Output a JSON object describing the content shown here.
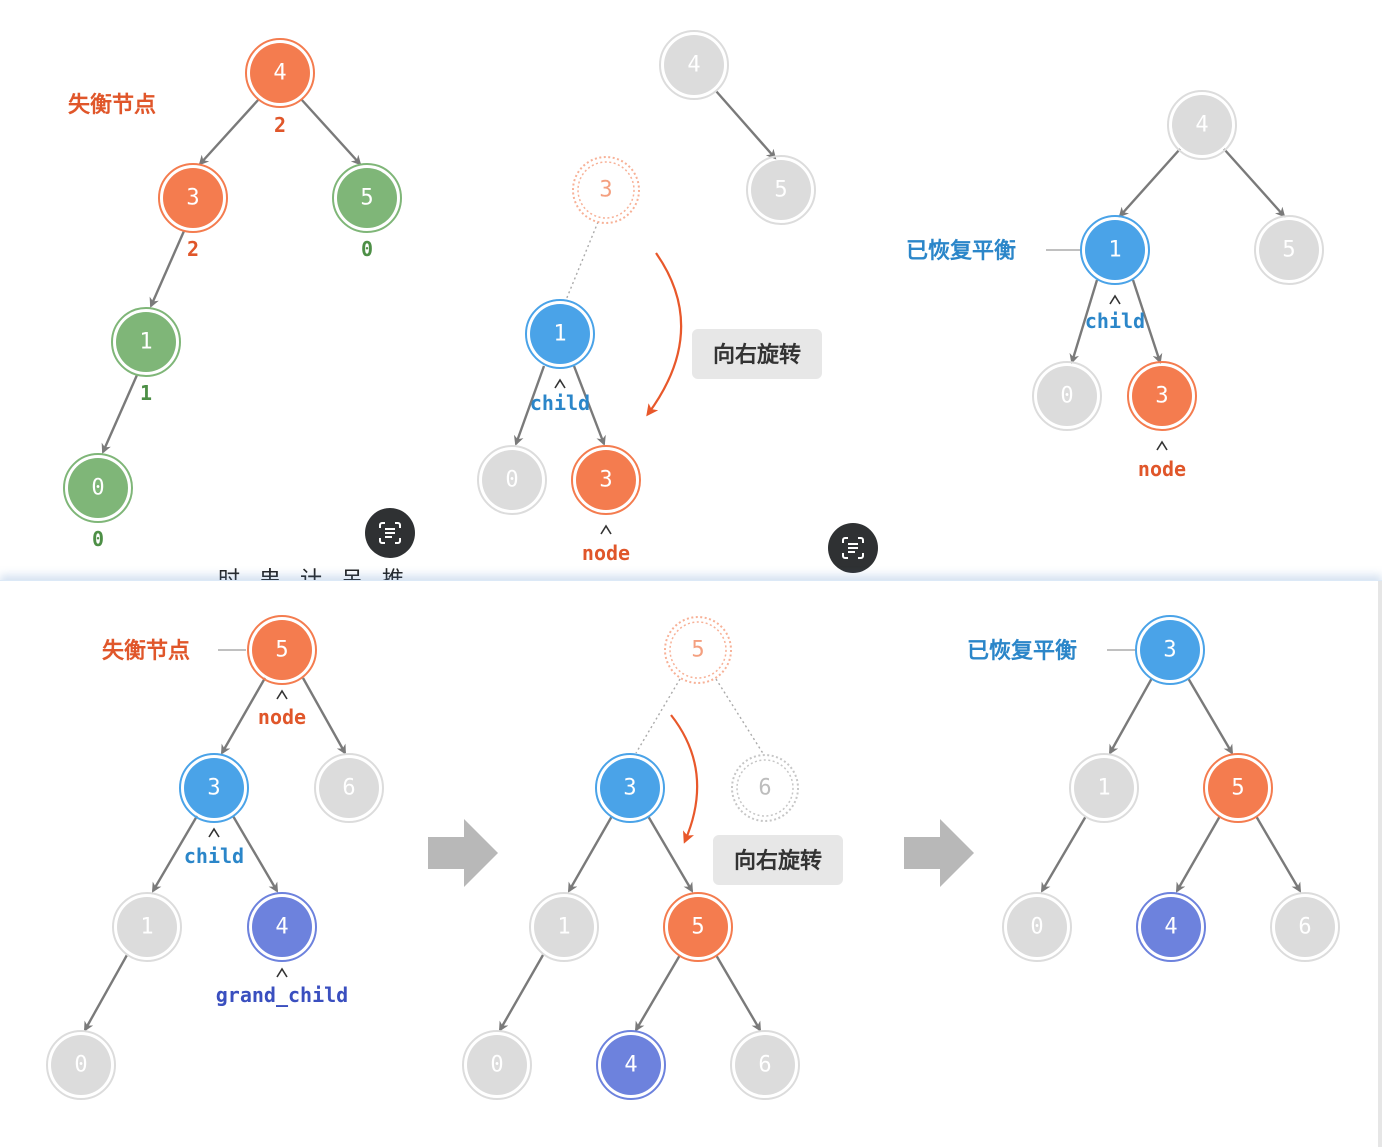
{
  "colors": {
    "orange": "#f47c4f",
    "green": "#7fb678",
    "blue": "#4aa3e8",
    "purple": "#6d82dd",
    "gray": "#dcdcdc",
    "orange_text": "#e0562a",
    "green_text": "#4d8f46",
    "blue_text": "#2b86c9",
    "purple_text": "#3a4fbf"
  },
  "top_panel": {
    "left": {
      "label": "失衡节点",
      "nodes": [
        {
          "id": "4",
          "style": "orange",
          "height": "2"
        },
        {
          "id": "3",
          "style": "orange",
          "height": "2"
        },
        {
          "id": "5",
          "style": "green",
          "height": "0"
        },
        {
          "id": "1",
          "style": "green",
          "height": "1"
        },
        {
          "id": "0",
          "style": "green",
          "height": "0"
        }
      ]
    },
    "middle": {
      "rotate_label": "向右旋转",
      "child_label": "child",
      "node_label": "node",
      "nodes": [
        {
          "id": "4",
          "style": "gray"
        },
        {
          "id": "5",
          "style": "gray"
        },
        {
          "id": "3",
          "style": "ghost-orange"
        },
        {
          "id": "1",
          "style": "blue"
        },
        {
          "id": "0",
          "style": "gray"
        },
        {
          "id": "3",
          "style": "orange"
        }
      ]
    },
    "right": {
      "label": "已恢复平衡",
      "child_label": "child",
      "node_label": "node",
      "nodes": [
        {
          "id": "4",
          "style": "gray"
        },
        {
          "id": "1",
          "style": "blue"
        },
        {
          "id": "5",
          "style": "gray"
        },
        {
          "id": "0",
          "style": "gray"
        },
        {
          "id": "3",
          "style": "orange"
        }
      ]
    },
    "cut_off_text": "时 串 计 吊 推"
  },
  "bottom_panel": {
    "left": {
      "label": "失衡节点",
      "node_label": "node",
      "child_label": "child",
      "grand_child_label": "grand_child",
      "nodes": [
        {
          "id": "5",
          "style": "orange"
        },
        {
          "id": "3",
          "style": "blue"
        },
        {
          "id": "6",
          "style": "gray"
        },
        {
          "id": "1",
          "style": "gray"
        },
        {
          "id": "4",
          "style": "purple"
        },
        {
          "id": "0",
          "style": "gray"
        }
      ]
    },
    "middle": {
      "rotate_label": "向右旋转",
      "nodes": [
        {
          "id": "5",
          "style": "ghost-orange"
        },
        {
          "id": "6",
          "style": "ghost-gray"
        },
        {
          "id": "3",
          "style": "blue"
        },
        {
          "id": "1",
          "style": "gray"
        },
        {
          "id": "5",
          "style": "orange"
        },
        {
          "id": "0",
          "style": "gray"
        },
        {
          "id": "4",
          "style": "purple"
        },
        {
          "id": "6",
          "style": "gray"
        }
      ]
    },
    "right": {
      "label": "已恢复平衡",
      "nodes": [
        {
          "id": "3",
          "style": "blue"
        },
        {
          "id": "1",
          "style": "gray"
        },
        {
          "id": "5",
          "style": "orange"
        },
        {
          "id": "0",
          "style": "gray"
        },
        {
          "id": "4",
          "style": "purple"
        },
        {
          "id": "6",
          "style": "gray"
        }
      ]
    }
  },
  "icons": {
    "ocr_button_1": "text-scan-icon",
    "ocr_button_2": "text-scan-icon",
    "transition_arrows": "arrow-right-icon"
  }
}
